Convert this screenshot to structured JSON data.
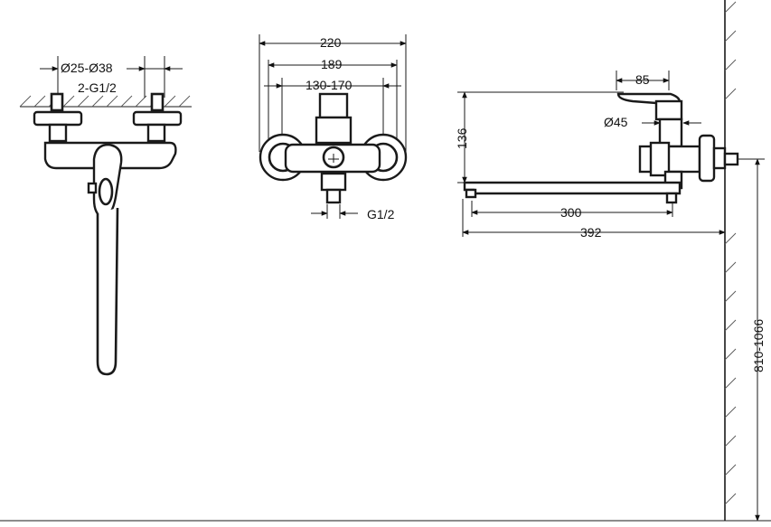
{
  "front_view": {
    "diameter_label": "Ø25-Ø38",
    "thread_label": "2-G1/2"
  },
  "top_view": {
    "width_overall": "220",
    "width_inner": "189",
    "center_range": "130-170",
    "outlet_thread": "G1/2"
  },
  "side_view": {
    "handle_width": "85",
    "height": "136",
    "body_diameter": "Ø45",
    "spout_length": "300",
    "total_reach": "392",
    "mount_height": "810-1066"
  },
  "colors": {
    "line": "#1a1a1a",
    "background": "#ffffff",
    "hatch": "#555555"
  }
}
